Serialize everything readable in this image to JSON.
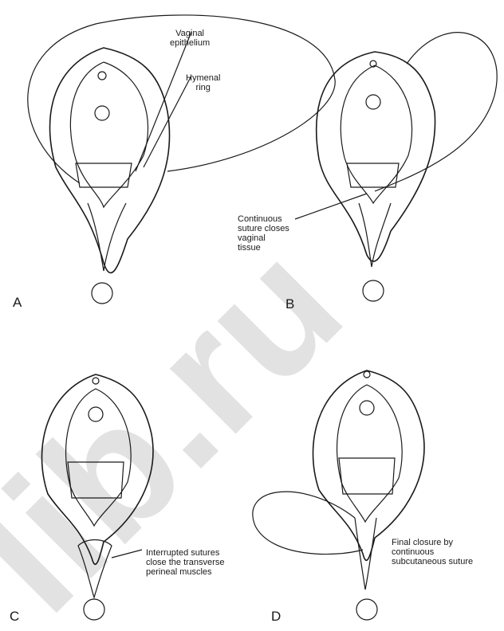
{
  "panels": [
    {
      "letter": "A",
      "callouts": [
        "Vaginal\nepithelium",
        "Hymenal\nring"
      ]
    },
    {
      "letter": "B",
      "callouts": [
        "Continuous\nsuture closes\nvaginal\ntissue"
      ]
    },
    {
      "letter": "C",
      "callouts": [
        "Interrupted sutures\nclose the transverse\nperineal muscles"
      ]
    },
    {
      "letter": "D",
      "callouts": [
        "Final closure by\ncontinuous\nsubcutaneous suture"
      ]
    }
  ],
  "watermark_text": "lib.ru",
  "colors": {
    "ink": "#1a1a1a",
    "watermark": "#d0d0d0"
  }
}
